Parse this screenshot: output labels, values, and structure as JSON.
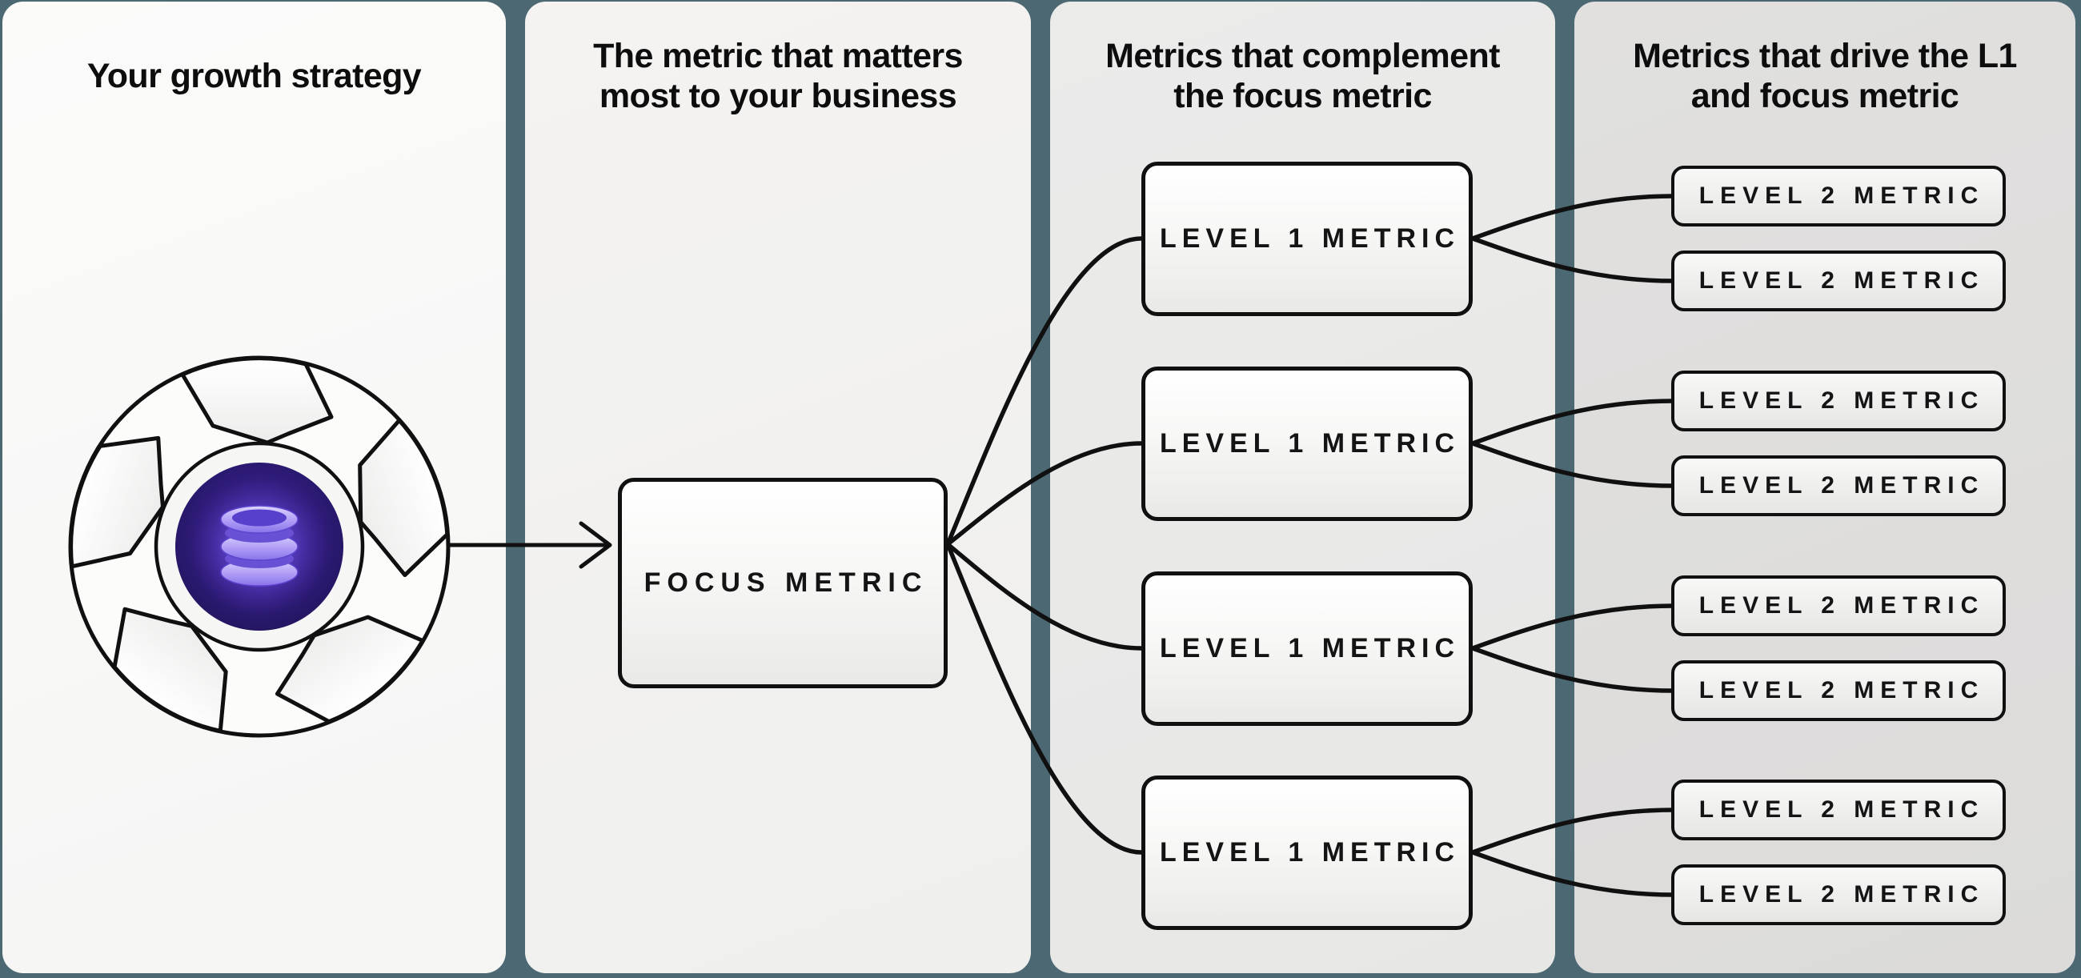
{
  "colors": {
    "background": "#4C6872",
    "panel_1": "#f8f8f7",
    "panel_2": "#f2f1ef",
    "panel_3": "#e9e9e8",
    "panel_4": "#dfdedd",
    "stroke": "#101010",
    "accent_purple": "#7a5cf0",
    "core_dark_purple": "#241659"
  },
  "panels": [
    {
      "id": "strategy",
      "title_line1": "Your growth strategy",
      "title_line2": ""
    },
    {
      "id": "focus",
      "title_line1": "The metric that matters",
      "title_line2": "most to your business"
    },
    {
      "id": "level1",
      "title_line1": "Metrics that complement",
      "title_line2": "the focus metric"
    },
    {
      "id": "level2",
      "title_line1": "Metrics that drive the L1",
      "title_line2": "and focus metric"
    }
  ],
  "nodes": {
    "focus_label": "FOCUS METRIC",
    "level1_labels": [
      "LEVEL 1 METRIC",
      "LEVEL 1 METRIC",
      "LEVEL 1 METRIC",
      "LEVEL 1 METRIC"
    ],
    "level2_labels": [
      "LEVEL 2 METRIC",
      "LEVEL 2 METRIC",
      "LEVEL 2 METRIC",
      "LEVEL 2 METRIC",
      "LEVEL 2 METRIC",
      "LEVEL 2 METRIC",
      "LEVEL 2 METRIC",
      "LEVEL 2 METRIC"
    ]
  },
  "icons": {
    "hub": "aperture-database-icon"
  }
}
